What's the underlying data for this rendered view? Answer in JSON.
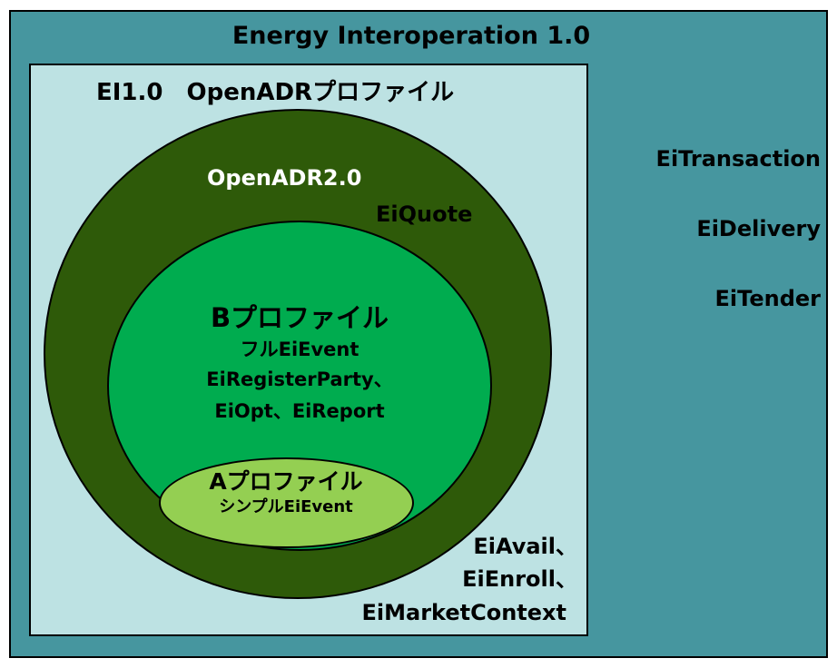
{
  "outer": {
    "title": "Energy Interoperation 1.0",
    "services": [
      "EiTransaction",
      "EiDelivery",
      "EiTender"
    ]
  },
  "inner": {
    "title": "EI1.0　OpenADRプロファイル",
    "bottom_services": [
      "EiAvail、",
      "EiEnroll、",
      "EiMarketContext"
    ]
  },
  "openadr": {
    "title": "OpenADR2.0",
    "extra": "EiQuote"
  },
  "b_profile": {
    "title": "Bプロファイル",
    "lines": [
      "フルEiEvent",
      "EiRegisterParty、",
      "EiOpt、EiReport"
    ]
  },
  "a_profile": {
    "title": "Aプロファイル",
    "subtitle": "シンプルEiEvent"
  },
  "colors": {
    "outer_bg": "#46969f",
    "inner_bg": "#bde2e3",
    "openadr_circle": "#2e5a09",
    "b_profile_circle": "#00ac4f",
    "a_profile_ellipse": "#94cf52"
  }
}
